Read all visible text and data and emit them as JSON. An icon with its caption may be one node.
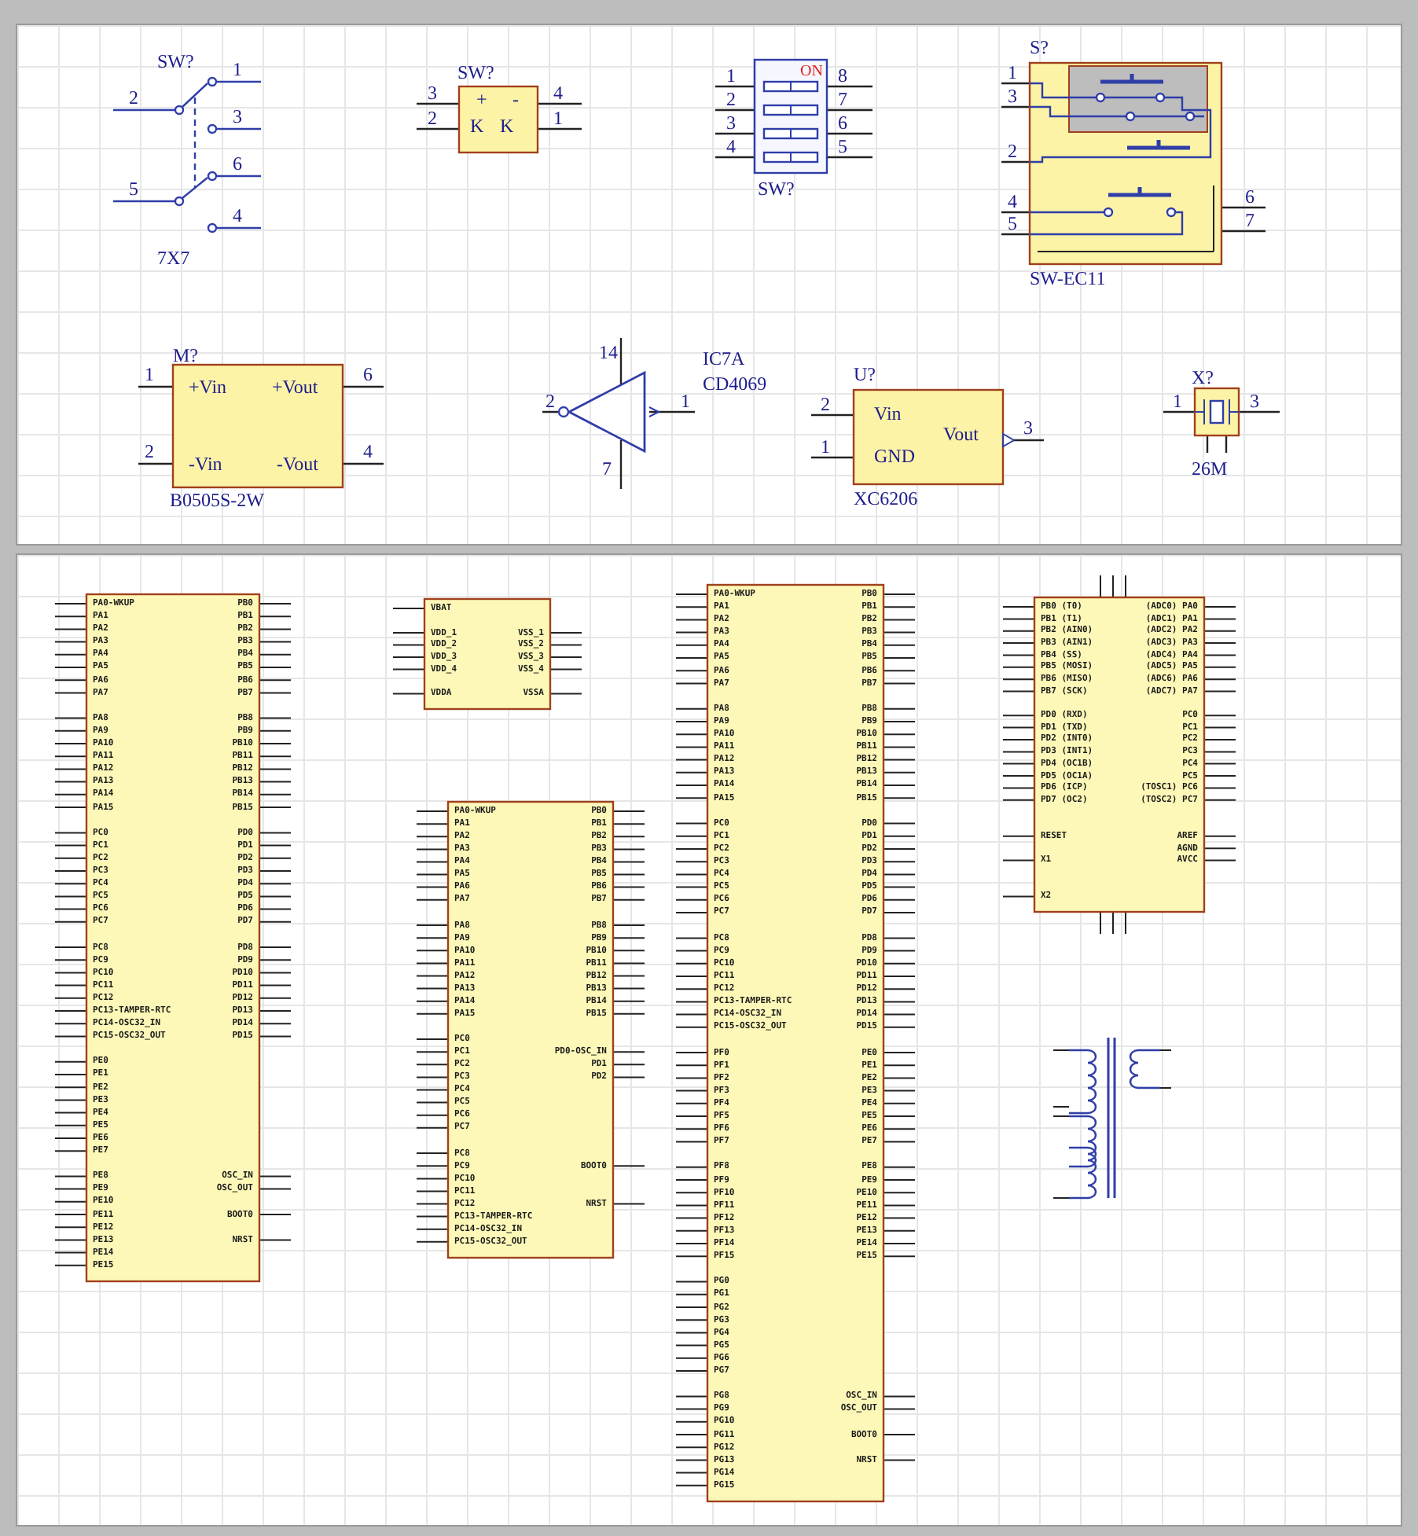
{
  "diagram": {
    "nodes": [
      {
        "text": [
          "1",
          "3",
          "6",
          "4",
          "2",
          "5"
        ],
        "beside": [
          "SW?",
          "7X7"
        ]
      },
      {
        "text": [
          "+",
          "-",
          "K",
          "K",
          "3",
          "2",
          "4",
          "1"
        ],
        "beside": [
          "SW?"
        ]
      },
      {
        "text": [
          "ON",
          "1",
          "2",
          "3",
          "4",
          "8",
          "7",
          "6",
          "5"
        ],
        "beside": [
          "SW?"
        ]
      },
      {
        "text": [
          "1",
          "3",
          "2",
          "4",
          "5",
          "6",
          "7"
        ],
        "beside": [
          "S?",
          "SW-EC11"
        ]
      },
      {
        "text": [
          "+Vin",
          "+Vout",
          "-Vin",
          "-Vout",
          "1",
          "2",
          "6",
          "4"
        ],
        "beside": [
          "M?",
          "B0505S-2W"
        ]
      },
      {
        "text": [
          "14",
          "2",
          "1",
          "7"
        ],
        "beside": [
          "IC7A",
          "CD4069"
        ]
      },
      {
        "text": [
          "Vin",
          "GND",
          "Vout",
          "2",
          "1",
          "3"
        ],
        "beside": [
          "U?",
          "XC6206"
        ]
      },
      {
        "text": [
          "1",
          "3"
        ],
        "beside": [
          "X?",
          "26M"
        ]
      },
      {
        "text": [
          "PA0-WKUP",
          "PA1",
          "PA2",
          "PA3",
          "PA4",
          "PA5",
          "PA6",
          "PA7",
          "PA8",
          "PA9",
          "PA10",
          "PA11",
          "PA12",
          "PA13",
          "PA14",
          "PA15",
          "PC0",
          "PC1",
          "PC2",
          "PC3",
          "PC4",
          "PC5",
          "PC6",
          "PC7",
          "PC8",
          "PC9",
          "PC10",
          "PC11",
          "PC12",
          "PC13-TAMPER-RTC",
          "PC14-OSC32_IN",
          "PC15-OSC32_OUT",
          "PE0",
          "PE1",
          "PE2",
          "PE3",
          "PE4",
          "PE5",
          "PE6",
          "PE7",
          "PE8",
          "PE9",
          "PE10",
          "PE11",
          "PE12",
          "PE13",
          "PE14",
          "PE15",
          "PB0",
          "PB1",
          "PB2",
          "PB3",
          "PB4",
          "PB5",
          "PB6",
          "PB7",
          "PB8",
          "PB9",
          "PB10",
          "PB11",
          "PB12",
          "PB13",
          "PB14",
          "PB15",
          "PD0",
          "PD1",
          "PD2",
          "PD3",
          "PD4",
          "PD5",
          "PD6",
          "PD7",
          "PD8",
          "PD9",
          "PD10",
          "PD11",
          "PD12",
          "PD13",
          "PD14",
          "PD15",
          "OSC_IN",
          "OSC_OUT",
          "BOOT0",
          "NRST"
        ]
      },
      {
        "text": [
          "VBAT",
          "VDD_1",
          "VDD_2",
          "VDD_3",
          "VDD_4",
          "VDDA",
          "VSS_1",
          "VSS_2",
          "VSS_3",
          "VSS_4",
          "VSSA"
        ]
      },
      {
        "text": [
          "PA0-WKUP",
          "PA1",
          "PA2",
          "PA3",
          "PA4",
          "PA5",
          "PA6",
          "PA7",
          "PA8",
          "PA9",
          "PA10",
          "PA11",
          "PA12",
          "PA13",
          "PA14",
          "PA15",
          "PC0",
          "PC1",
          "PC2",
          "PC3",
          "PC4",
          "PC5",
          "PC6",
          "PC7",
          "PC8",
          "PC9",
          "PC10",
          "PC11",
          "PC12",
          "PC13-TAMPER-RTC",
          "PC14-OSC32_IN",
          "PC15-OSC32_OUT",
          "PB0",
          "PB1",
          "PB2",
          "PB3",
          "PB4",
          "PB5",
          "PB6",
          "PB7",
          "PB8",
          "PB9",
          "PB10",
          "PB11",
          "PB12",
          "PB13",
          "PB14",
          "PB15",
          "PD0-OSC_IN",
          "PD1",
          "PD2",
          "BOOT0",
          "NRST"
        ]
      },
      {
        "text": [
          "PA0-WKUP",
          "PA1",
          "PA2",
          "PA3",
          "PA4",
          "PA5",
          "PA6",
          "PA7",
          "PA8",
          "PA9",
          "PA10",
          "PA11",
          "PA12",
          "PA13",
          "PA14",
          "PA15",
          "PC0",
          "PC1",
          "PC2",
          "PC3",
          "PC4",
          "PC5",
          "PC6",
          "PC7",
          "PC8",
          "PC9",
          "PC10",
          "PC11",
          "PC12",
          "PC13-TAMPER-RTC",
          "PC14-OSC32_IN",
          "PC15-OSC32_OUT",
          "PF0",
          "PF1",
          "PF2",
          "PF3",
          "PF4",
          "PF5",
          "PF6",
          "PF7",
          "PF8",
          "PF9",
          "PF10",
          "PF11",
          "PF12",
          "PF13",
          "PF14",
          "PF15",
          "PG0",
          "PG1",
          "PG2",
          "PG3",
          "PG4",
          "PG5",
          "PG6",
          "PG7",
          "PG8",
          "PG9",
          "PG10",
          "PG11",
          "PG12",
          "PG13",
          "PG14",
          "PG15",
          "PB0",
          "PB1",
          "PB2",
          "PB3",
          "PB4",
          "PB5",
          "PB6",
          "PB7",
          "PB8",
          "PB9",
          "PB10",
          "PB11",
          "PB12",
          "PB13",
          "PB14",
          "PB15",
          "PD0",
          "PD1",
          "PD2",
          "PD3",
          "PD4",
          "PD5",
          "PD6",
          "PD7",
          "PD8",
          "PD9",
          "PD10",
          "PD11",
          "PD12",
          "PD13",
          "PD14",
          "PD15",
          "PE0",
          "PE1",
          "PE2",
          "PE3",
          "PE4",
          "PE5",
          "PE6",
          "PE7",
          "PE8",
          "PE9",
          "PE10",
          "PE11",
          "PE12",
          "PE13",
          "PE14",
          "PE15",
          "OSC_IN",
          "OSC_OUT",
          "BOOT0",
          "NRST"
        ]
      },
      {
        "text": [
          "PB0 (T0)",
          "PB1 (T1)",
          "PB2 (AIN0)",
          "PB3 (AIN1)",
          "PB4 (SS)",
          "PB5 (MOSI)",
          "PB6 (MISO)",
          "PB7 (SCK)",
          "PD0 (RXD)",
          "PD1 (TXD)",
          "PD2 (INT0)",
          "PD3 (INT1)",
          "PD4 (OC1B)",
          "PD5 (OC1A)",
          "PD6 (ICP)",
          "PD7 (OC2)",
          "RESET",
          "X1",
          "X2",
          "(ADC0) PA0",
          "(ADC1) PA1",
          "(ADC2) PA2",
          "(ADC3) PA3",
          "(ADC4) PA4",
          "(ADC5) PA5",
          "(ADC6) PA6",
          "(ADC7) PA7",
          "PC0",
          "PC1",
          "PC2",
          "PC3",
          "PC4",
          "PC5",
          "(TOSC1) PC6",
          "(TOSC2) PC7",
          "AREF",
          "AGND",
          "AVCC"
        ]
      },
      {
        "text": [],
        "shape": "picture"
      }
    ]
  }
}
